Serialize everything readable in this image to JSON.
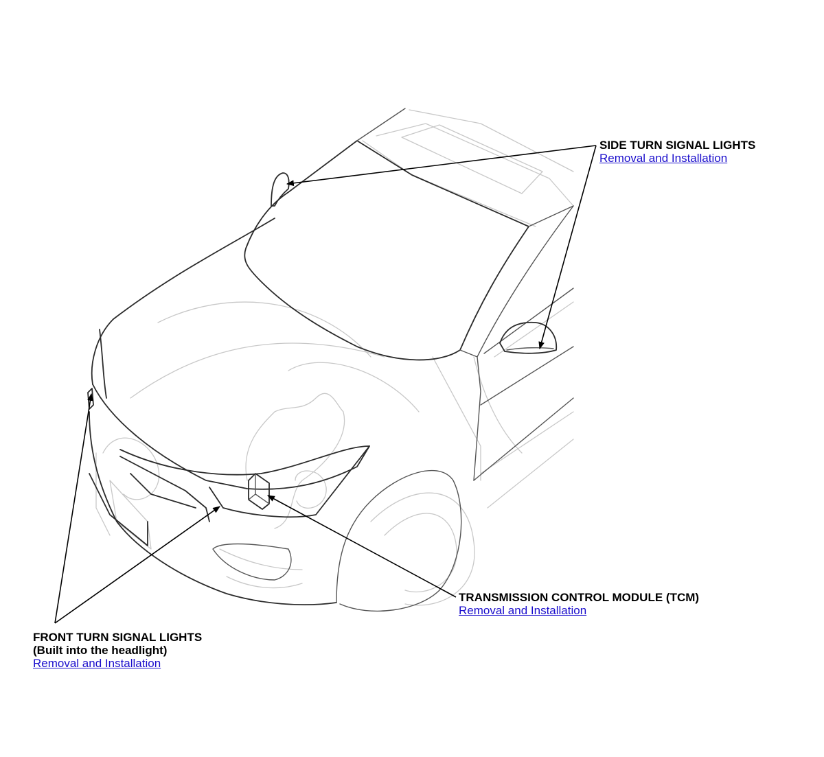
{
  "callouts": {
    "side": {
      "title": "SIDE TURN SIGNAL LIGHTS",
      "link": "Removal and Installation"
    },
    "tcm": {
      "title": "TRANSMISSION CONTROL MODULE (TCM)",
      "link": "Removal and Installation"
    },
    "front": {
      "title": "FRONT TURN SIGNAL LIGHTS",
      "subtitle": "(Built into the headlight)",
      "link": "Removal and Installation"
    }
  },
  "colors": {
    "link": "#1a0dcc",
    "text": "#000000",
    "line_art": "#2b2b2b",
    "fine_line_art": "#c8c8c8"
  }
}
